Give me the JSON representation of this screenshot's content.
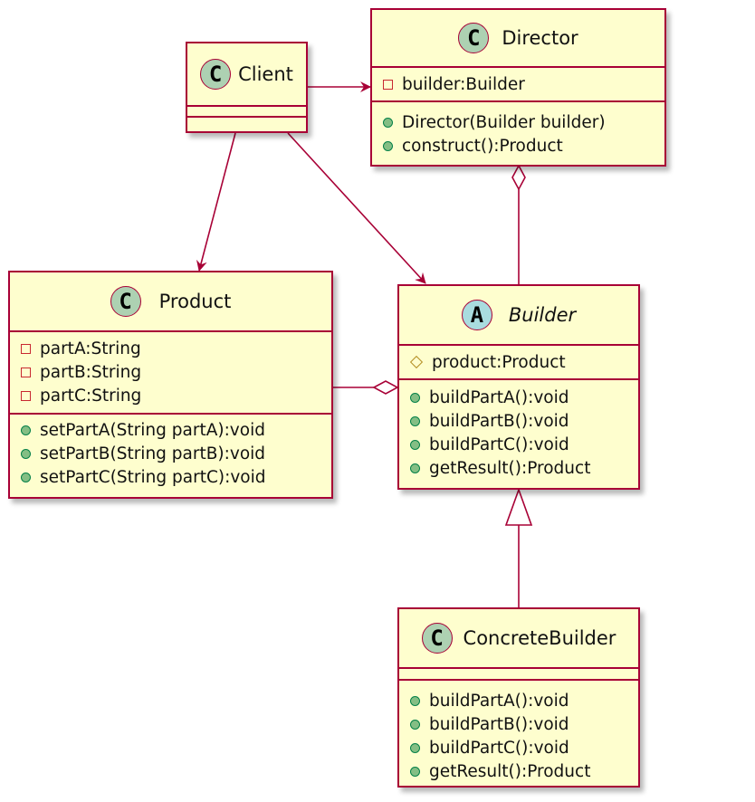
{
  "classes": {
    "client": {
      "name": "Client",
      "stereotype": "C",
      "attributes": [],
      "methods": []
    },
    "director": {
      "name": "Director",
      "stereotype": "C",
      "attributes": [
        {
          "visibility": "private",
          "text": "builder:Builder"
        }
      ],
      "methods": [
        {
          "visibility": "public",
          "text": "Director(Builder builder)"
        },
        {
          "visibility": "public",
          "text": "construct():Product"
        }
      ]
    },
    "product": {
      "name": "Product",
      "stereotype": "C",
      "attributes": [
        {
          "visibility": "private",
          "text": "partA:String"
        },
        {
          "visibility": "private",
          "text": "partB:String"
        },
        {
          "visibility": "private",
          "text": "partC:String"
        }
      ],
      "methods": [
        {
          "visibility": "public",
          "text": "setPartA(String partA):void"
        },
        {
          "visibility": "public",
          "text": "setPartB(String partB):void"
        },
        {
          "visibility": "public",
          "text": "setPartC(String partC):void"
        }
      ]
    },
    "builder": {
      "name": "Builder",
      "stereotype": "A",
      "abstract": true,
      "attributes": [
        {
          "visibility": "protected",
          "text": "product:Product"
        }
      ],
      "methods": [
        {
          "visibility": "public",
          "text": "buildPartA():void"
        },
        {
          "visibility": "public",
          "text": "buildPartB():void"
        },
        {
          "visibility": "public",
          "text": "buildPartC():void"
        },
        {
          "visibility": "public",
          "text": "getResult():Product"
        }
      ]
    },
    "concrete_builder": {
      "name": "ConcreteBuilder",
      "stereotype": "C",
      "attributes": [],
      "methods": [
        {
          "visibility": "public",
          "text": "buildPartA():void"
        },
        {
          "visibility": "public",
          "text": "buildPartB():void"
        },
        {
          "visibility": "public",
          "text": "buildPartC():void"
        },
        {
          "visibility": "public",
          "text": "getResult():Product"
        }
      ]
    }
  },
  "relationships": [
    {
      "from": "Client",
      "to": "Director",
      "type": "association"
    },
    {
      "from": "Client",
      "to": "Product",
      "type": "association"
    },
    {
      "from": "Client",
      "to": "Builder",
      "type": "association"
    },
    {
      "from": "Builder",
      "to": "Director",
      "type": "aggregation"
    },
    {
      "from": "Product",
      "to": "Builder",
      "type": "aggregation"
    },
    {
      "from": "ConcreteBuilder",
      "to": "Builder",
      "type": "inheritance"
    }
  ],
  "colors": {
    "box_fill": "#fefece",
    "border": "#a80036",
    "class_badge": "#add1b2",
    "abstract_badge": "#a9dcdf",
    "private": "#c82930",
    "public": "#84be84",
    "protected": "#b38d22"
  }
}
